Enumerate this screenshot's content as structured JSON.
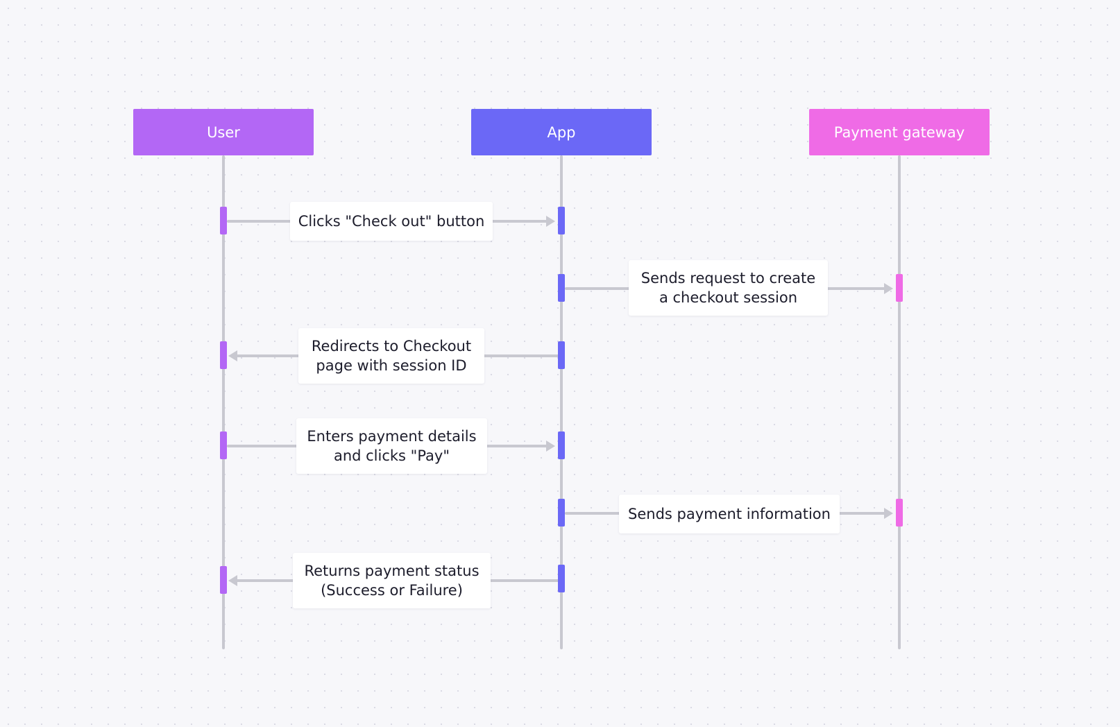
{
  "colors": {
    "user": "#b367f5",
    "app": "#6b68f6",
    "gateway": "#ef6be6",
    "line": "#c8c8d0",
    "text": "#1c1c2b"
  },
  "actors": [
    {
      "label": "User"
    },
    {
      "label": "App"
    },
    {
      "label": "Payment gateway"
    }
  ],
  "messages": [
    {
      "label": "Clicks \"Check out\" button",
      "direction": "right"
    },
    {
      "label": "Sends request to create\na checkout session",
      "direction": "right"
    },
    {
      "label": "Redirects to Checkout\npage with session ID",
      "direction": "left"
    },
    {
      "label": "Enters payment details\nand clicks \"Pay\"",
      "direction": "right"
    },
    {
      "label": "Sends payment information",
      "direction": "right"
    },
    {
      "label": "Returns payment status\n(Success or Failure)",
      "direction": "left"
    }
  ]
}
